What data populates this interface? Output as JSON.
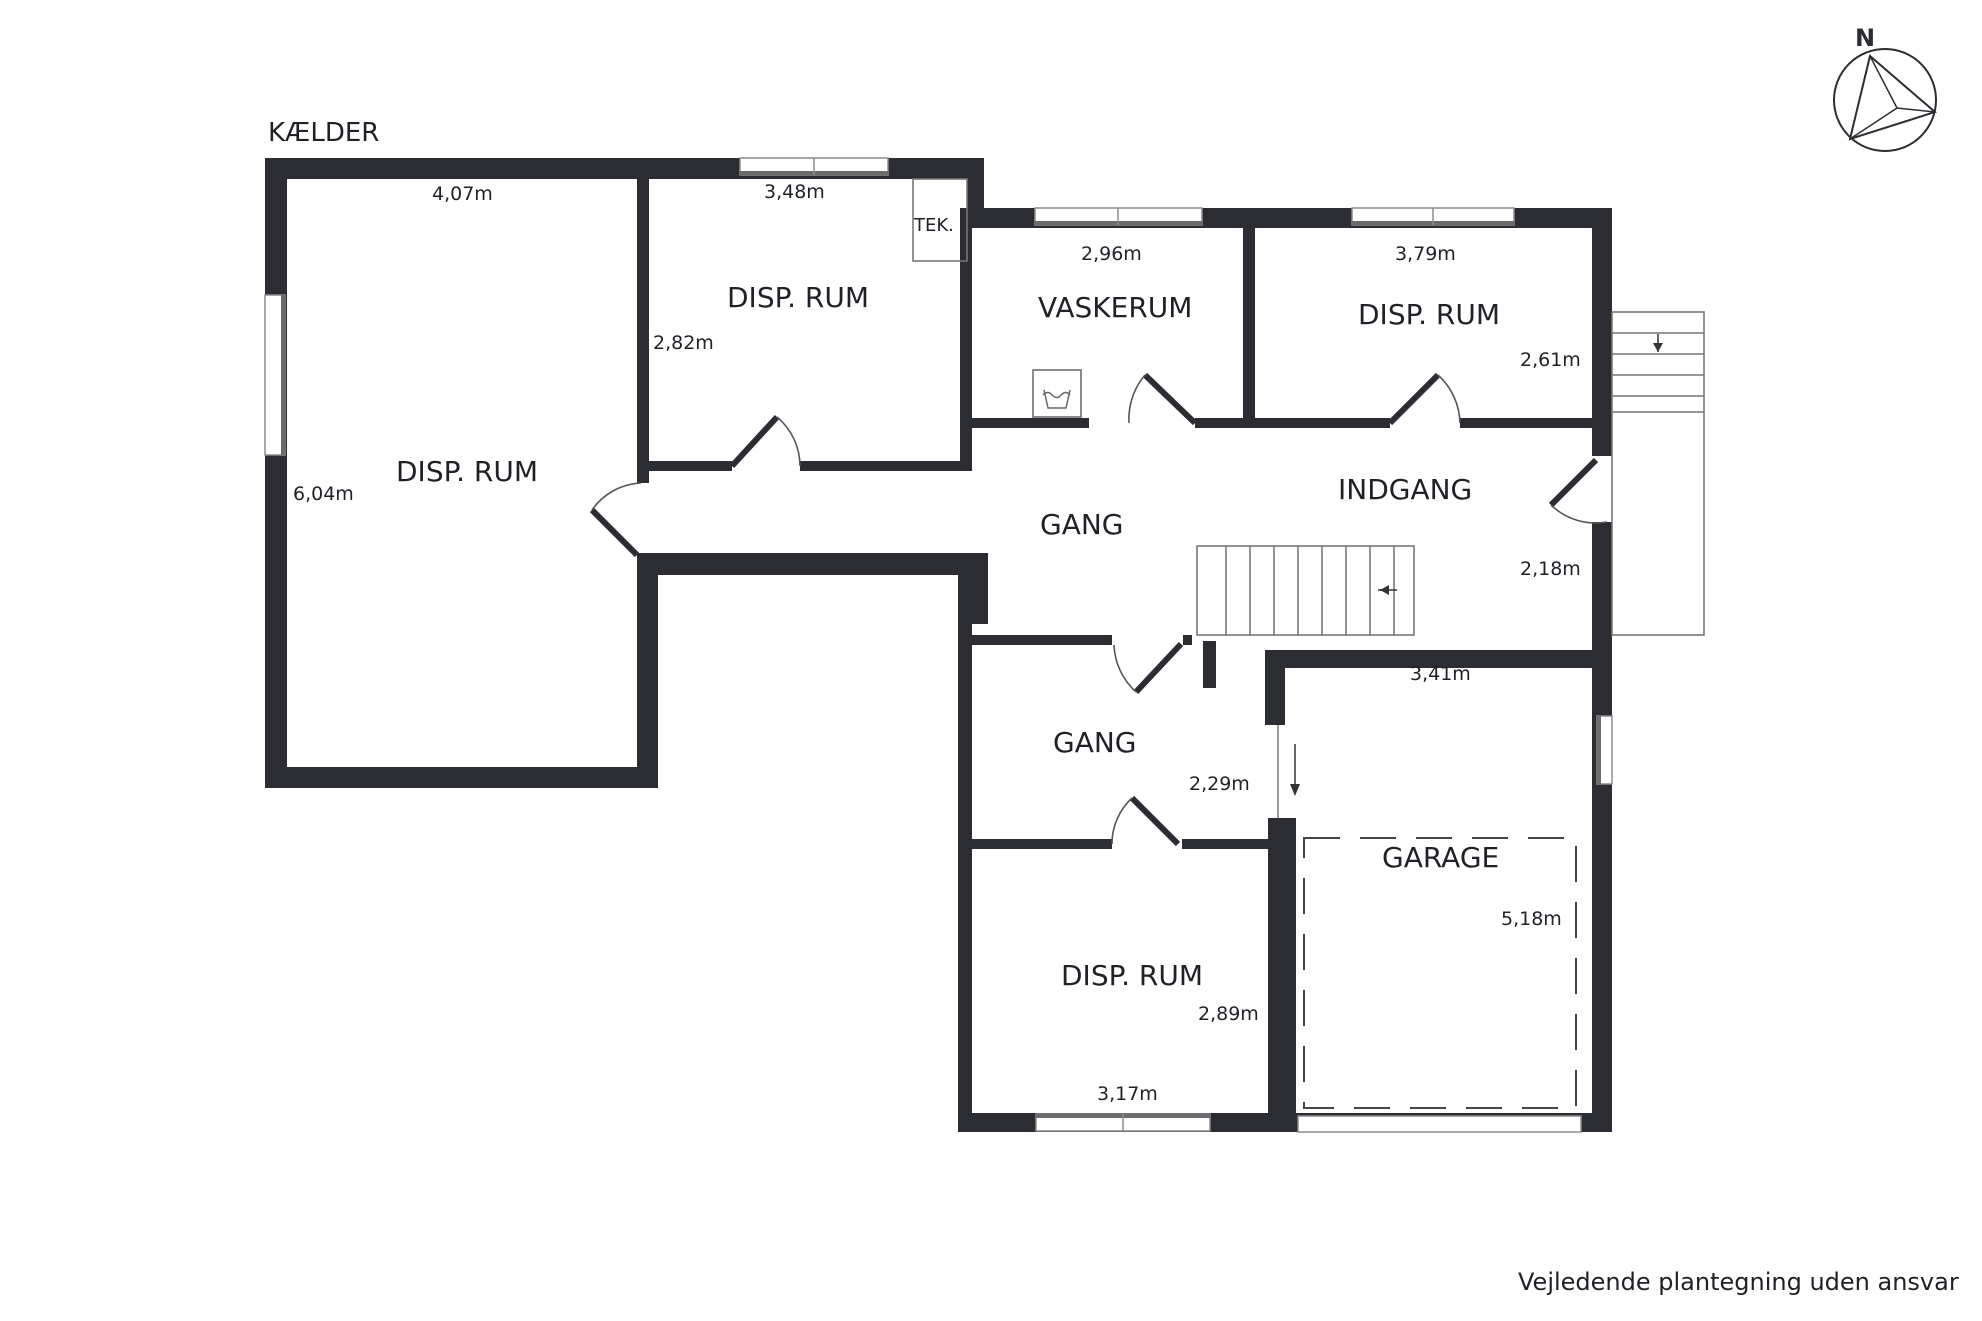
{
  "plan": {
    "floor_title": "KÆLDER",
    "compass_letter": "N",
    "disclaimer": "Vejledende plantegning uden ansvar",
    "rooms": {
      "disp_rum_west": "DISP. RUM",
      "disp_rum_north": "DISP. RUM",
      "vaskerum": "VASKERUM",
      "disp_rum_east": "DISP. RUM",
      "gang_main": "GANG",
      "indgang": "INDGANG",
      "gang_lower": "GANG",
      "garage": "GARAGE",
      "disp_rum_south": "DISP. RUM",
      "tek": "TEK."
    },
    "dimensions": {
      "west_width": "4,07m",
      "west_height": "6,04m",
      "north_width": "3,48m",
      "north_height": "2,82m",
      "vaskerum_width": "2,96m",
      "east_width": "3,79m",
      "east_height": "2,61m",
      "indgang_height": "2,18m",
      "garage_width": "3,41m",
      "gang_lower_height": "2,29m",
      "garage_height": "5,18m",
      "south_height": "2,89m",
      "south_width": "3,17m"
    },
    "colors": {
      "wall": "#2b2d33",
      "window": "#8c8c8c",
      "background": "#ffffff"
    }
  }
}
